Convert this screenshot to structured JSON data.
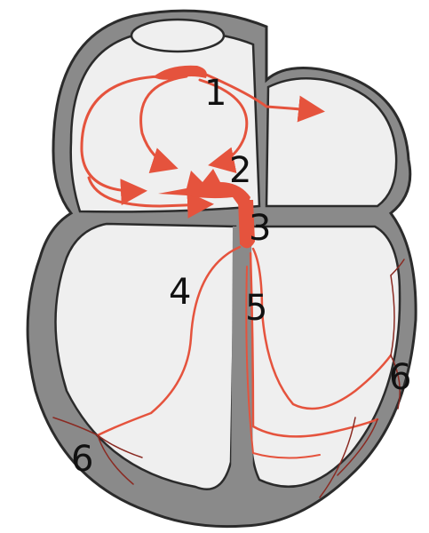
{
  "diagram": {
    "labels": [
      {
        "id": "1",
        "text": "1"
      },
      {
        "id": "2",
        "text": "2"
      },
      {
        "id": "3",
        "text": "3"
      },
      {
        "id": "4",
        "text": "4"
      },
      {
        "id": "5",
        "text": "5"
      },
      {
        "id": "6a",
        "text": "6"
      },
      {
        "id": "6b",
        "text": "6"
      }
    ],
    "colors": {
      "wall": "#8a8a8a",
      "wall_outline": "#2b2b2b",
      "chamber": "#efefef",
      "conduction": "#e5533d",
      "fiber": "#8a2a22",
      "label": "#111111"
    }
  }
}
